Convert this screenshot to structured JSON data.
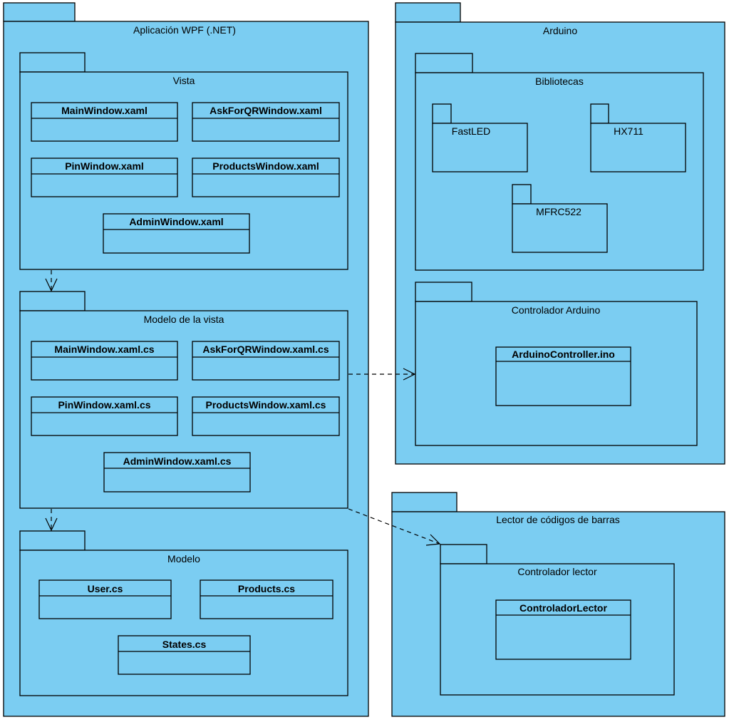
{
  "colors": {
    "package_fill": "#7bcdf2",
    "stroke": "#000000",
    "background": "#ffffff"
  },
  "wpf": {
    "title": "Aplicación WPF (.NET)",
    "vista": {
      "title": "Vista",
      "classes": [
        "MainWindow.xaml",
        "AskForQRWindow.xaml",
        "PinWindow.xaml",
        "ProductsWindow.xaml",
        "AdminWindow.xaml"
      ]
    },
    "modelo_vista": {
      "title": "Modelo de la vista",
      "classes": [
        "MainWindow.xaml.cs",
        "AskForQRWindow.xaml.cs",
        "PinWindow.xaml.cs",
        "ProductsWindow.xaml.cs",
        "AdminWindow.xaml.cs"
      ]
    },
    "modelo": {
      "title": "Modelo",
      "classes": [
        "User.cs",
        "Products.cs",
        "States.cs"
      ]
    }
  },
  "arduino": {
    "title": "Arduino",
    "bibliotecas": {
      "title": "Bibliotecas",
      "packages": [
        "FastLED",
        "HX711",
        "MFRC522"
      ]
    },
    "controlador": {
      "title": "Controlador Arduino",
      "classes": [
        "ArduinoController.ino"
      ]
    }
  },
  "lector": {
    "title": "Lector de códigos de barras",
    "controlador": {
      "title": "Controlador lector",
      "classes": [
        "ControladorLector"
      ]
    }
  }
}
